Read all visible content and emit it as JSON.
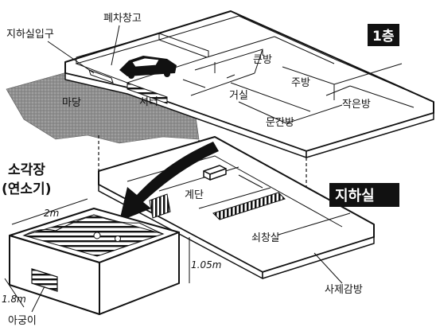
{
  "labels": {
    "garage": "폐차창고",
    "basement_entrance": "지하실입구",
    "first_floor": "1층",
    "big_room": "큰방",
    "kitchen": "주방",
    "yard": "마당",
    "shutter": "셔터",
    "living_room": "거실",
    "small_room": "작은방",
    "porch_room": "문간방",
    "incinerator_line1": "소각장",
    "incinerator_line2": "(연소기)",
    "basement": "지하실",
    "stairs": "계단",
    "iron_bars": "쇠창살",
    "torture_room": "사제감방",
    "dim_length": "2m",
    "dim_height": "1.05m",
    "dim_width": "1.8m",
    "furnace_mouth": "아궁이"
  },
  "colors": {
    "ink": "#111111",
    "paper": "#ffffff",
    "yard_fill": "#9a9a9a",
    "label_bg": "#111111"
  }
}
